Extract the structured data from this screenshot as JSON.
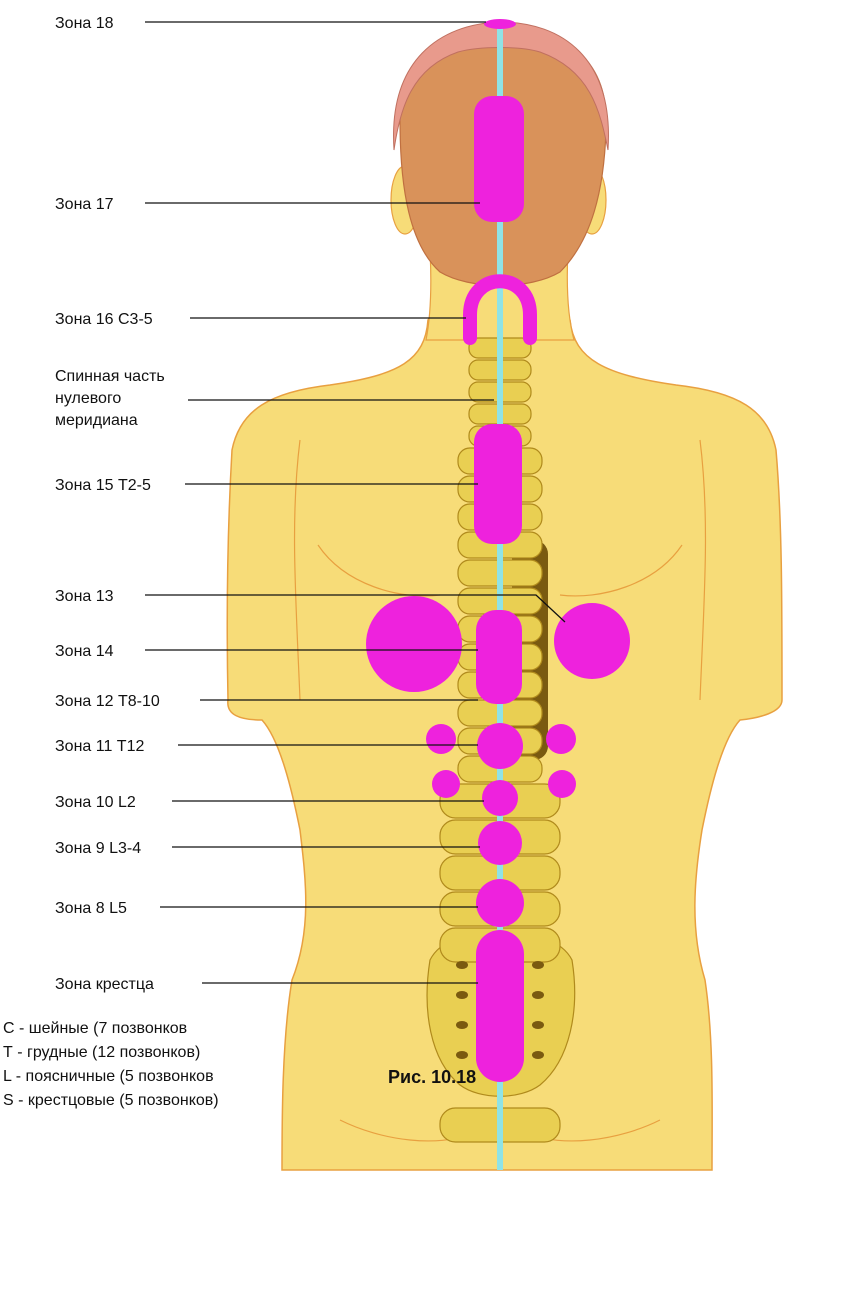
{
  "zones": [
    {
      "id": "zone-18",
      "label": "Зона 18"
    },
    {
      "id": "zone-17",
      "label": "Зона 17"
    },
    {
      "id": "zone-16",
      "label": "Зона 16 С3-5"
    },
    {
      "id": "meridian",
      "lines": [
        "Спинная часть",
        "нулевого",
        "меридиана"
      ]
    },
    {
      "id": "zone-15",
      "label": "Зона 15 Т2-5"
    },
    {
      "id": "zone-13",
      "label": "Зона 13"
    },
    {
      "id": "zone-14",
      "label": "Зона 14"
    },
    {
      "id": "zone-12",
      "label": "Зона 12 Т8-10"
    },
    {
      "id": "zone-11",
      "label": "Зона 11 Т12"
    },
    {
      "id": "zone-10",
      "label": "Зона 10 L2"
    },
    {
      "id": "zone-9",
      "label": "Зона 9 L3-4"
    },
    {
      "id": "zone-8",
      "label": "Зона 8 L5"
    },
    {
      "id": "zone-sacrum",
      "label": "Зона крестца"
    }
  ],
  "legend": [
    "С - шейные (7 позвонков",
    "Т - грудные (12 позвонков)",
    "L - поясничные (5 позвонков",
    "S - крестцовые (5 позвонков)"
  ],
  "caption": "Рис. 10.18",
  "colors": {
    "skin": "#f7dc78",
    "skin_outline": "#e8a040",
    "head": "#d9925a",
    "scalp": "#e89a8c",
    "zone": "#ee22dd",
    "meridian": "#8fe3e6",
    "vertebra": "#e9cf52",
    "spinal_gap": "#7a5a10"
  }
}
